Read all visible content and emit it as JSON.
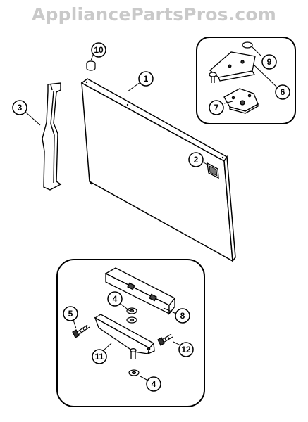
{
  "watermark": "AppliancePartsPros.com",
  "callouts": {
    "c1": "1",
    "c2": "2",
    "c3": "3",
    "c4a": "4",
    "c4b": "4",
    "c5": "5",
    "c6": "6",
    "c7": "7",
    "c8": "8",
    "c9": "9",
    "c10": "10",
    "c11": "11",
    "c12": "12"
  }
}
